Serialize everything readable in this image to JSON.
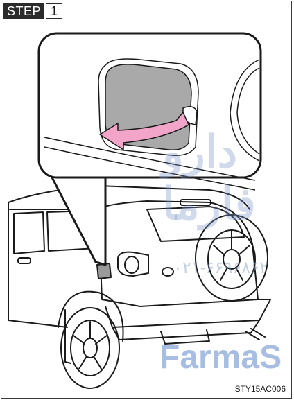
{
  "step": {
    "label": "STEP",
    "number": "1"
  },
  "figure_code": "STY15AC006",
  "watermark": {
    "farsi": "دارو فارما",
    "digits": "۰۲۱-۶۶۹۶۸۶۲",
    "latin": "FarmaS"
  },
  "colors": {
    "arrow": "#f2a5c8",
    "flap": "#a9a9a9",
    "watermark": "#6f8fc4"
  }
}
